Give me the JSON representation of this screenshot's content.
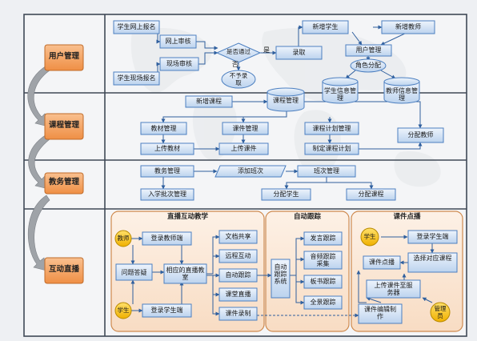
{
  "colors": {
    "lane_border": "#3f4956",
    "box_border": "#4c7fc0",
    "box_fill_top": "#e9f1fb",
    "box_fill_bottom": "#bfd5ef",
    "side_fill": "#f5a463",
    "side_border": "#c06a28",
    "arrow": "#2f5f9e",
    "panel_fill": "#fbe9d9",
    "panel_border": "#cf8a4e",
    "actor_fill": "#f7c21a"
  },
  "lanes": [
    {
      "label": "用户管理"
    },
    {
      "label": "课程管理"
    },
    {
      "label": "教务管理"
    },
    {
      "label": "互动直播"
    }
  ],
  "user_mgmt": {
    "online_reg": "学生网上报名",
    "online_review": "网上审核",
    "onsite_review": "现场审核",
    "onsite_reg": "学生现场报名",
    "decision": "是否通过",
    "yes": "是",
    "no": "否",
    "reject": "不予录取",
    "admit": "录取",
    "new_student": "新增学生",
    "new_teacher": "新增教师",
    "user_admin": "用户管理",
    "role_assign": "角色分配",
    "student_db": "学生信息管理",
    "teacher_db": "教师信息管理"
  },
  "course_mgmt": {
    "new_course": "新增课程",
    "course_db": "课程管理",
    "textbook": "教材管理",
    "courseware": "课件管理",
    "plan": "课程计划管理",
    "assign_teacher": "分配教师",
    "upload_textbook": "上传教材",
    "upload_courseware": "上传课件",
    "make_plan": "制定课程计划"
  },
  "edu_mgmt": {
    "affairs": "教务管理",
    "add_class": "添加班次",
    "class_mgmt": "班次管理",
    "batch": "入学批次管理",
    "assign_student": "分配学生",
    "assign_course": "分配课程"
  },
  "live": {
    "panel_live": "直播互动教学",
    "panel_track": "自动跟踪",
    "panel_vod": "课件点播",
    "teacher": "教师",
    "teacher_login": "登录教师端",
    "qa": "问题答疑",
    "classroom": "相应的直播教室",
    "student": "学生",
    "student_login": "登录学生端",
    "doc_share": "文档共享",
    "remote": "远程互动",
    "auto_track": "自动跟踪",
    "class_live": "课堂直播",
    "record": "课件录制",
    "track_system": "自动跟踪系统",
    "speaker": "发言跟踪",
    "audio": "音频跟踪采集",
    "board": "板书跟踪",
    "panorama": "全景跟踪",
    "vod_student": "学生",
    "vod_login": "登录学生端",
    "select_course": "选择对应课程",
    "vod": "课件点播",
    "upload_server": "上传课件至服务器",
    "edit": "课件编辑制作",
    "admin": "管理员"
  }
}
